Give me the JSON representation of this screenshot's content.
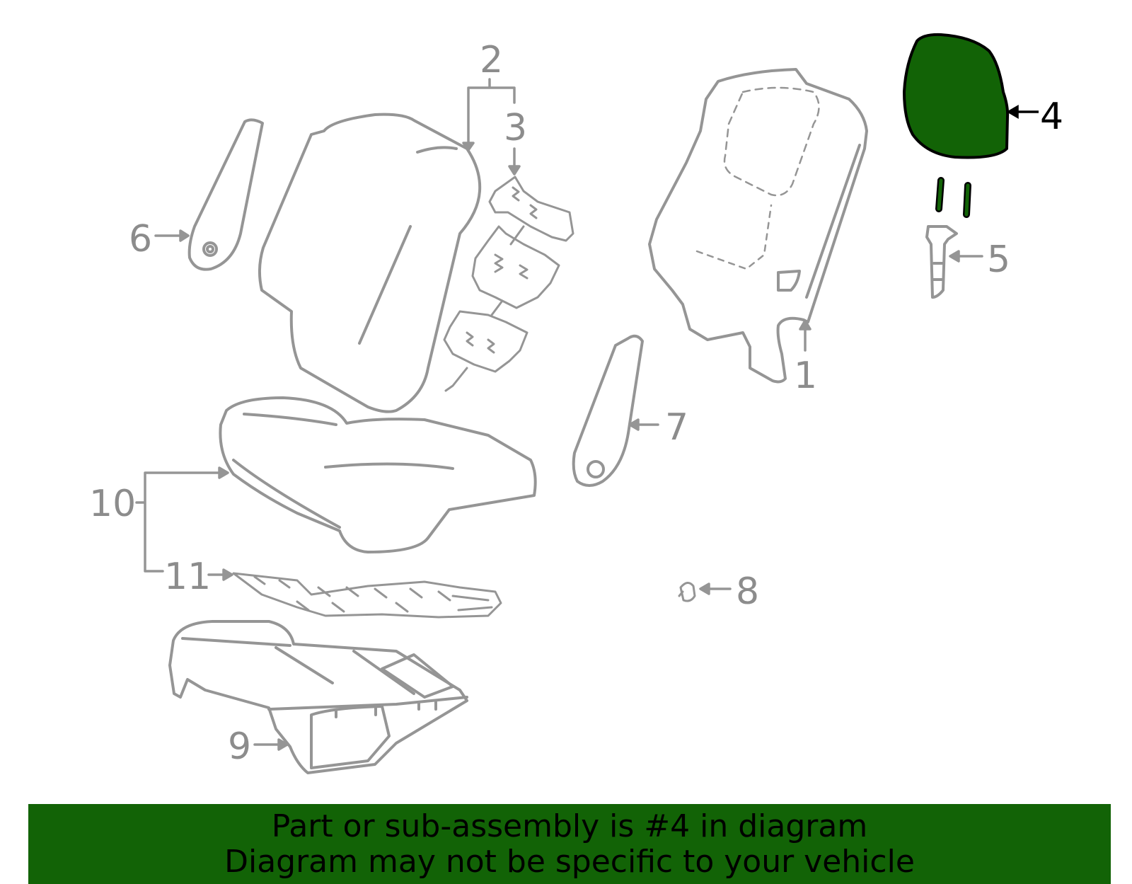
{
  "colors": {
    "highlight": "#126306",
    "part_line": "#959595",
    "text_dim": "#8c8c8c",
    "text_active": "#000000",
    "banner_bg": "#126306"
  },
  "highlighted_part": "4",
  "callouts": {
    "c1": "1",
    "c2": "2",
    "c3": "3",
    "c4": "4",
    "c5": "5",
    "c6": "6",
    "c7": "7",
    "c8": "8",
    "c9": "9",
    "c10": "10",
    "c11": "11"
  },
  "banner": {
    "line1": "Part or sub-assembly is #4 in diagram",
    "line2": "Diagram may not be specific to your vehicle"
  }
}
